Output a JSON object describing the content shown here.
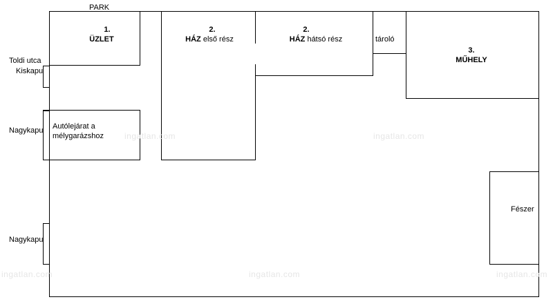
{
  "top_label": "PARK",
  "street": "Toldi utca",
  "gates": {
    "small": "Kiskapu",
    "large_1": "Nagykapu",
    "large_2": "Nagykapu"
  },
  "rooms": {
    "shop": {
      "number": "1.",
      "name": "ÜZLET"
    },
    "house_front": {
      "number": "2.",
      "name": "HÁZ",
      "suffix": " első rész"
    },
    "house_back": {
      "number": "2.",
      "name": "HÁZ",
      "suffix": " hátsó rész"
    },
    "storage": {
      "name": "tároló"
    },
    "workshop": {
      "number": "3.",
      "name": "MŰHELY"
    },
    "ramp": {
      "line1": "Autólejárat a",
      "line2": "mélygarázshoz"
    },
    "shed": {
      "name": "Fészer"
    }
  },
  "watermark": "ingatlan.com"
}
